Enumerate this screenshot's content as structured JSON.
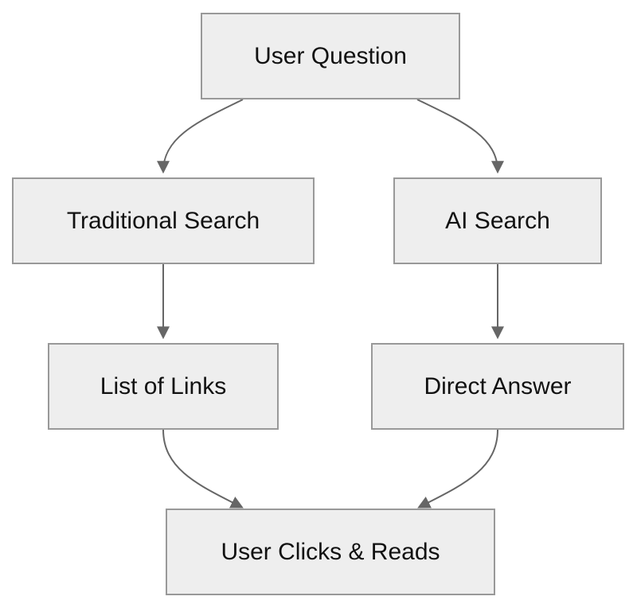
{
  "nodes": {
    "user_question": "User Question",
    "traditional_search": "Traditional Search",
    "ai_search": "AI Search",
    "list_of_links": "List of Links",
    "direct_answer": "Direct Answer",
    "user_clicks_reads": "User Clicks & Reads"
  },
  "colors": {
    "node_fill": "#eeeeee",
    "node_border": "#999999",
    "edge": "#666666",
    "text": "#111111"
  }
}
